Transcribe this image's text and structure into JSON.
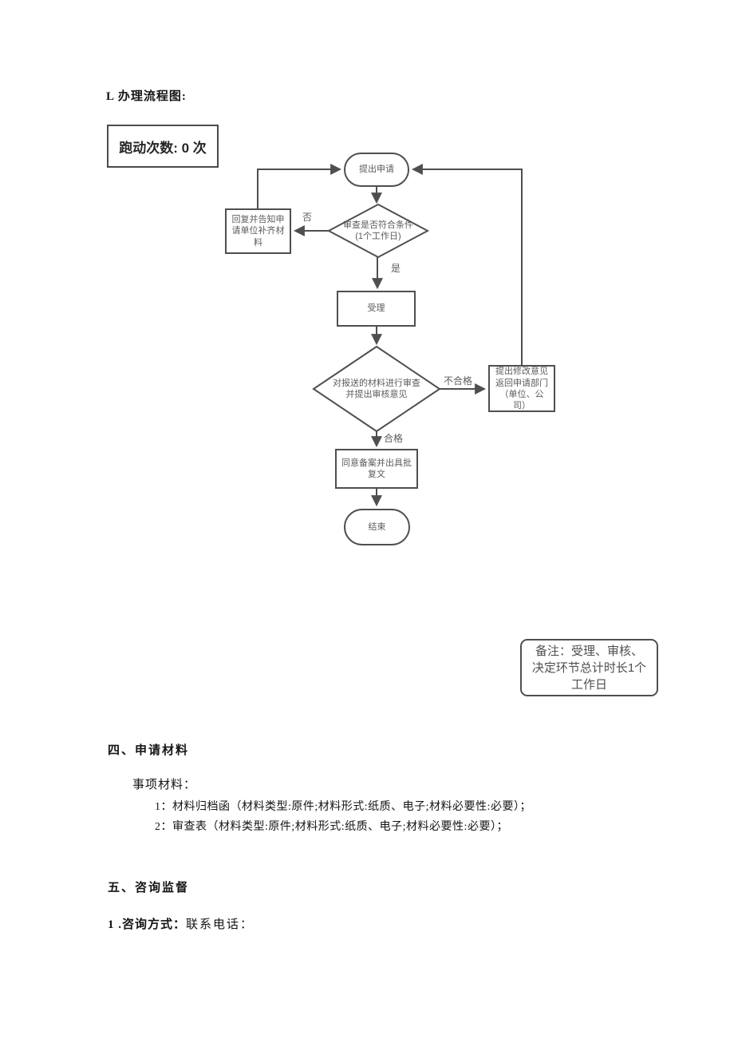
{
  "doc": {
    "flow_title": "L 办理流程图:",
    "run_count": "跑动次数: 0 次"
  },
  "flowchart": {
    "stroke_color": "#4f4f4f",
    "text_color": "#5c5c5c",
    "start": "提出申请",
    "check1": [
      "审查是否符合条件",
      "(1个工作日)"
    ],
    "reply": [
      "回复并告知申",
      "请单位补齐材",
      "料"
    ],
    "accept": "受理",
    "review": [
      "对报送的材料进行审查",
      "并提出审核意见"
    ],
    "modify": [
      "提出修改意见",
      "返回申请部门",
      "（单位、公",
      "司）"
    ],
    "approve": [
      "同意备案并出具批",
      "复文"
    ],
    "end": "结束",
    "labels": {
      "no": "否",
      "yes": "是",
      "fail": "不合格",
      "pass": "合格"
    },
    "note": [
      "备注：受理、审核、",
      "决定环节总计时长1个",
      "工作日"
    ]
  },
  "sections": {
    "s4_title": "四、申请材料",
    "s4_sub": "事项材料：",
    "s4_items": [
      "1：材料归档函（材料类型:原件;材料形式:纸质、电子;材料必要性:必要）；",
      "2：审查表（材料类型:原件;材料形式:纸质、电子;材料必要性:必要）；"
    ],
    "s5_title": "五、咨询监督",
    "s5_bold": "1 .咨询方式：",
    "s5_regular": "联系电话："
  }
}
